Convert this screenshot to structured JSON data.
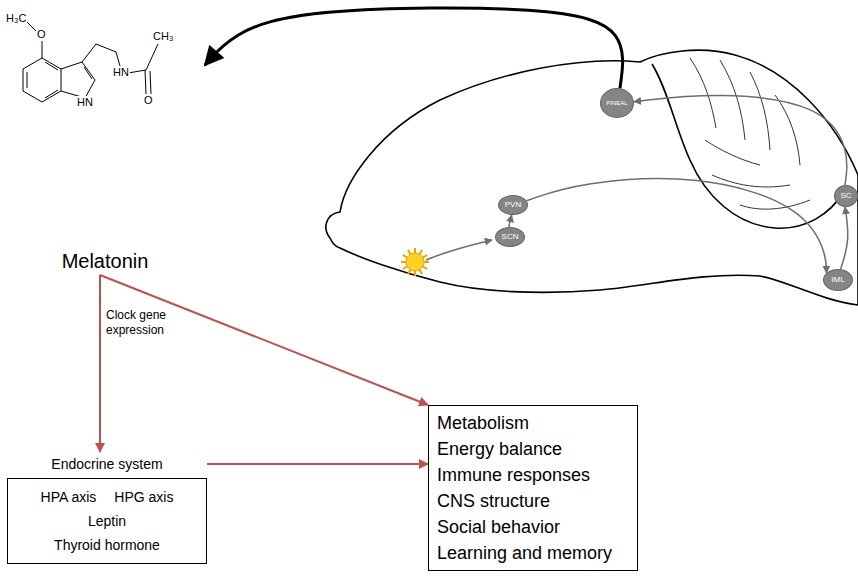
{
  "diagram": {
    "nodes": [
      {
        "text": [
          "Melatonin"
        ]
      },
      {
        "text": [
          "PINEAL"
        ]
      },
      {
        "text": [
          "PVN"
        ]
      },
      {
        "text": [
          "SCN"
        ]
      },
      {
        "text": [
          "SC"
        ]
      },
      {
        "text": [
          "IML"
        ]
      },
      {
        "text": [
          "Endocrine system",
          "HPA axis",
          "HPG axis",
          "Leptin",
          "Thyroid hormone"
        ]
      },
      {
        "text": [
          "Metabolism",
          "Energy balance",
          "Immune responses",
          "CNS structure",
          "Social behavior",
          "Learning and memory"
        ]
      }
    ],
    "edges": [
      {
        "from": 1,
        "to": 0,
        "arrow": "to"
      },
      {
        "from": 3,
        "to": 2,
        "arrow": "to"
      },
      {
        "from": 2,
        "to": 5,
        "arrow": "to"
      },
      {
        "from": 5,
        "to": 4,
        "arrow": "to"
      },
      {
        "from": 4,
        "to": 1,
        "arrow": "to"
      },
      {
        "from": 0,
        "to": 6,
        "arrow": "to",
        "label": "Clock gene expression"
      },
      {
        "from": 0,
        "to": 7,
        "arrow": "to"
      },
      {
        "from": 6,
        "to": 7,
        "arrow": "to"
      }
    ],
    "labels": [
      "H₃C",
      "O",
      "HN",
      "HN",
      "CH₃",
      "O"
    ]
  }
}
